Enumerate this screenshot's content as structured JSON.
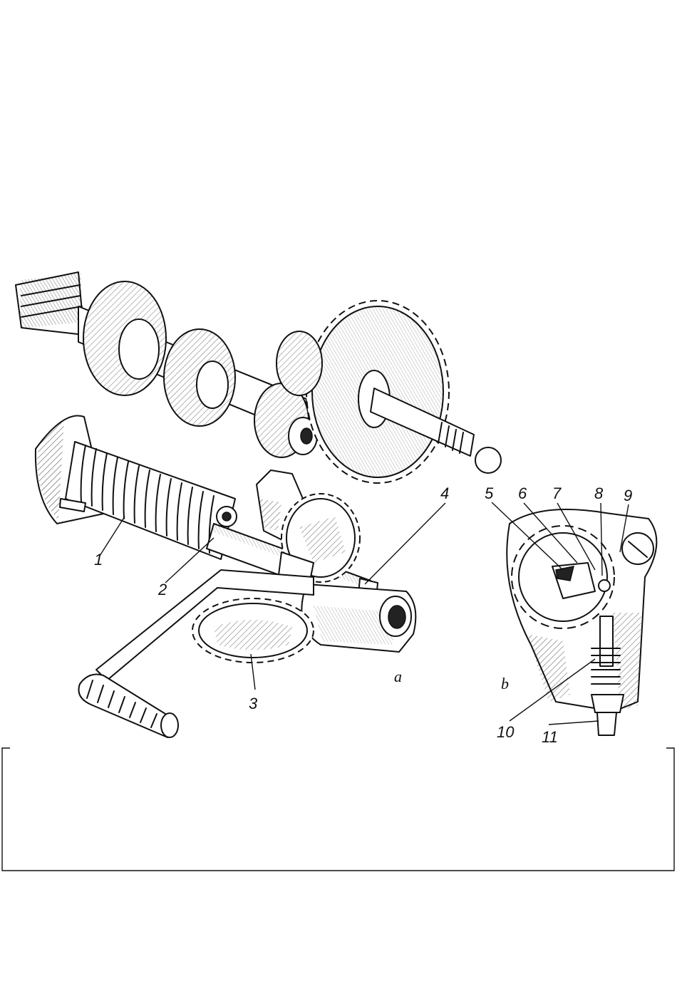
{
  "labels": {
    "p1": "1",
    "p2": "2",
    "p3": "3",
    "p4": "4",
    "p5": "5",
    "p6": "6",
    "p7": "7",
    "p8": "8",
    "p9": "9",
    "p10": "10",
    "p11": "11"
  },
  "subfigures": {
    "a": "a",
    "b": "b"
  }
}
